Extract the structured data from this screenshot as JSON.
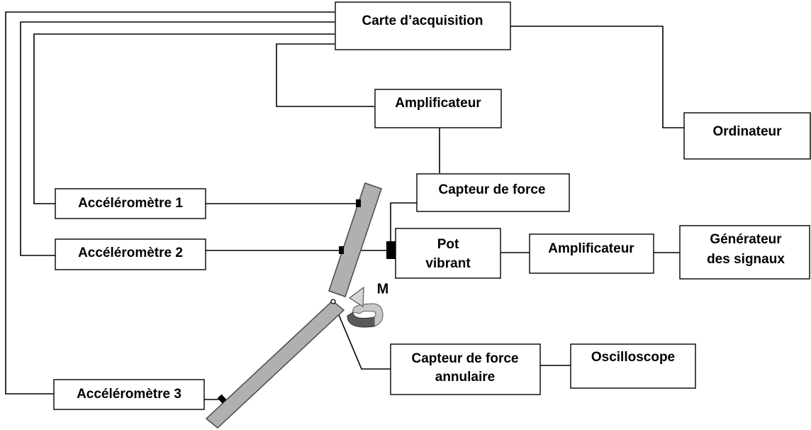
{
  "diagram": {
    "carte": "Carte d’acquisition",
    "ampli_top": "Amplificateur",
    "ordinateur": "Ordinateur",
    "capteur_force": "Capteur de force",
    "pot_line1": "Pot",
    "pot_line2": "vibrant",
    "ampli_right": "Amplificateur",
    "gen_line1": "Générateur",
    "gen_line2": "des signaux",
    "acc1": "Accéléromètre 1",
    "acc2": "Accéléromètre 2",
    "acc3": "Accéléromètre 3",
    "capteur_annulaire_line1": "Capteur de force",
    "capteur_annulaire_line2": "annulaire",
    "oscilloscope": "Oscilloscope",
    "moment_label": "M"
  }
}
